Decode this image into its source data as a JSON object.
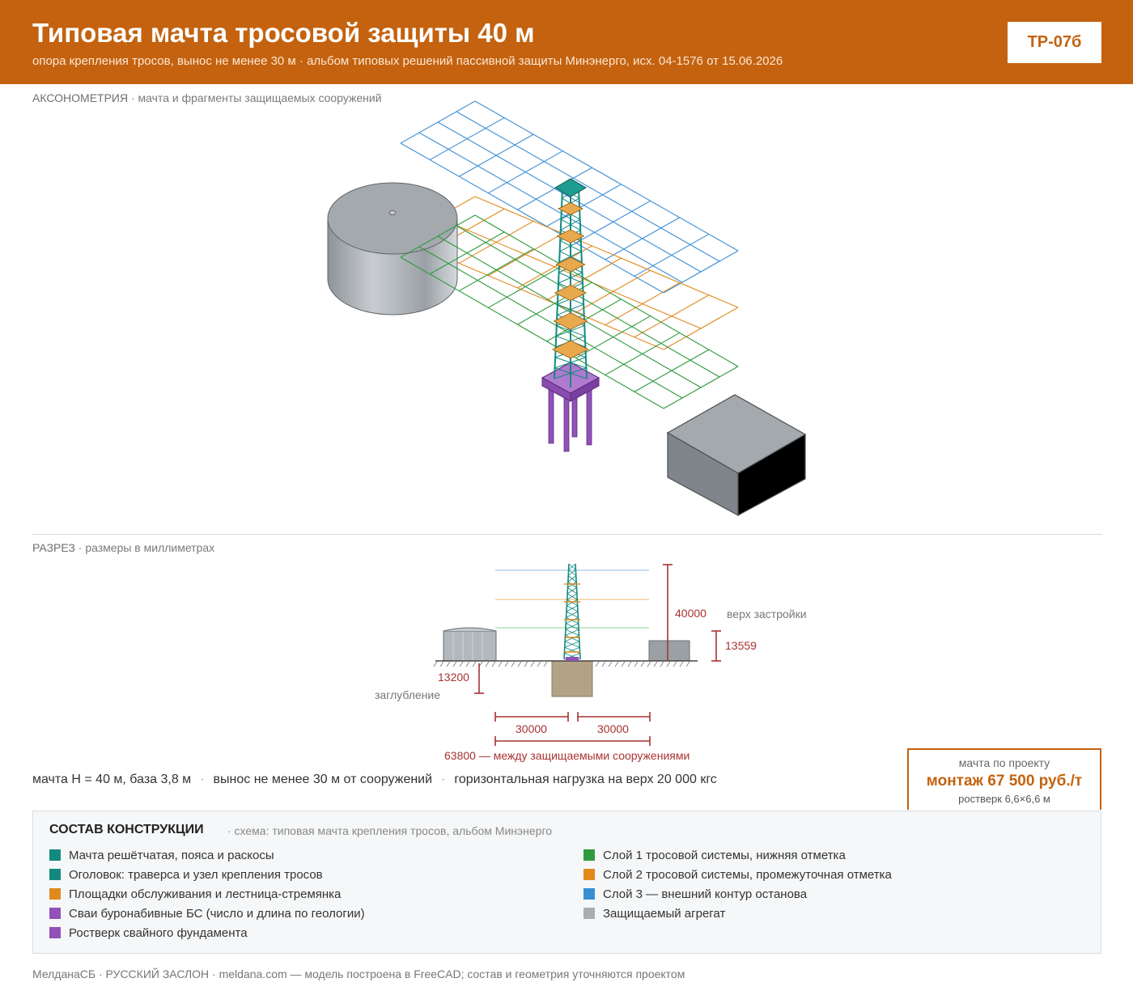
{
  "header": {
    "title": "Типовая мачта тросовой защиты 40 м",
    "subtitle": "опора крепления тросов, вынос не менее 30 м · альбом типовых решений пассивной защиты Минэнерго, исх. 04-1576 от 15.06.2026",
    "code": "ТР-07б"
  },
  "axonometry": {
    "label": "АКСОНОМЕТРИЯ",
    "sublabel": "· мачта и фрагменты защищаемых сооружений"
  },
  "section": {
    "label": "РАЗРЕЗ",
    "sublabel": "· размеры в миллиметрах",
    "dimensions": {
      "mast_height": "40000",
      "building_top_label": "верх застройки",
      "building_height": "13559",
      "depth": "13200",
      "depth_label": "заглубление",
      "offset_left": "30000",
      "offset_right": "30000",
      "total": "63800 — между защищаемыми сооружениями"
    }
  },
  "summary": {
    "item1": "мачта H = 40 м, база 3,8 м",
    "item2": "вынос не менее 30 м от сооружений",
    "item3": "горизонтальная нагрузка на верх 20 000 кгс",
    "sep": "·"
  },
  "price": {
    "label": "мачта по проекту",
    "value": "монтаж 67 500 руб./т",
    "note": "ростверк 6,6×6,6 м"
  },
  "legend": {
    "title": "СОСТАВ КОНСТРУКЦИИ",
    "note": "· схема: типовая мачта крепления тросов, альбом Минэнерго",
    "left": [
      {
        "label": "Мачта решётчатая, пояса и раскосы",
        "color": "#138a80"
      },
      {
        "label": "Оголовок: траверса и узел крепления тросов",
        "color": "#138a80"
      },
      {
        "label": "Площадки обслуживания и лестница-стремянка",
        "color": "#e08a1e"
      },
      {
        "label": "Сваи буронабивные БС (число и длина по геологии)",
        "color": "#9151b8"
      },
      {
        "label": "Ростверк свайного фундамента",
        "color": "#9151b8"
      }
    ],
    "right": [
      {
        "label": "Слой 1 тросовой системы, нижняя отметка",
        "color": "#2e9a3f"
      },
      {
        "label": "Слой 2 тросовой системы, промежуточная отметка",
        "color": "#e08a1e"
      },
      {
        "label": "Слой 3 — внешний контур останова",
        "color": "#3a8ed6"
      },
      {
        "label": "Защищаемый агрегат",
        "color": "#a9aeb3"
      }
    ]
  },
  "colors": {
    "accent": "#c4620f",
    "mast": "#138a80",
    "platform": "#e08a1e",
    "foundation": "#9151b8",
    "layer1": "#2e9a3f",
    "layer2": "#e08a1e",
    "layer3": "#3a8ed6",
    "dimension": "#a83232",
    "equipment": "#a9aeb3"
  },
  "footer": "МелданаСБ · РУССКИЙ ЗАСЛОН · meldana.com — модель построена в FreeCAD; состав и геометрия уточняются проектом"
}
